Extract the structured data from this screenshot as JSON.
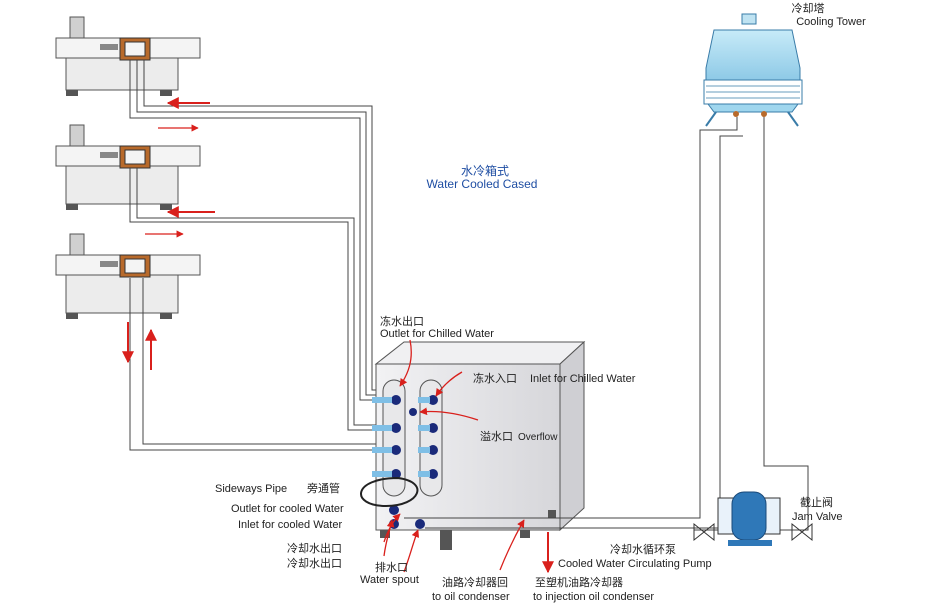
{
  "title": {
    "cn": "水冷箱式",
    "en": "Water Cooled Cased"
  },
  "tower": {
    "cn": "冷却塔",
    "en": "Cooling Tower"
  },
  "labels": {
    "outlet_chilled_cn": "冻水出口",
    "outlet_chilled_en": "Outlet for Chilled  Water",
    "inlet_chilled_cn": "冻水入口",
    "inlet_chilled_en": "Inlet for Chilled  Water",
    "overflow_cn": "溢水口",
    "overflow_en": "Overflow",
    "sideways_en": "Sideways Pipe",
    "sideways_cn": "旁通管",
    "outlet_cooled_en": "Outlet for cooled Water",
    "inlet_cooled_en": "Inlet for cooled Water",
    "cooled_out_cn_1": "冷却水出口",
    "cooled_out_cn_2": "冷却水出口",
    "drain_cn": "排水口",
    "drain_en": "Water spout",
    "oil_back_cn": "油路冷却器回",
    "oil_back_en": "to oil condenser",
    "inj_cn": "至塑机油路冷却器",
    "inj_en": "to injection oil condenser",
    "pump_cn": "冷却水循环泵",
    "pump_en": "Cooled Water Circulating Pump",
    "valve_cn": "截止阀",
    "valve_en": "Jam Valve"
  },
  "colors": {
    "arrow": "#d9201c",
    "label_blue": "#1f4ea3",
    "fitting": "#1a2a7a",
    "tower": "#9fd6ee",
    "pump": "#2f78b8",
    "box": "#e2e2e4"
  }
}
